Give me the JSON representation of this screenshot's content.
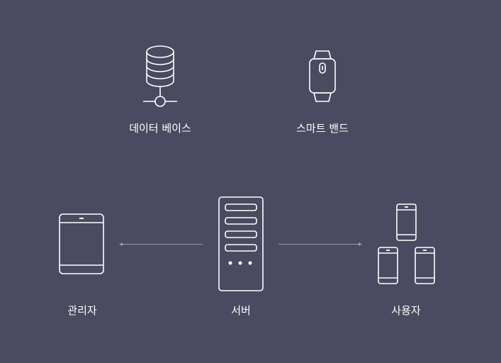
{
  "diagram": {
    "background_color": "#4a4a60",
    "icon_color": "#ffffff",
    "connector_color": "#9a9aaa",
    "nodes": {
      "database": {
        "label": "데이터 베이스",
        "icon": "database-icon"
      },
      "smart_band": {
        "label": "스마트 밴드",
        "icon": "smart-band-icon"
      },
      "admin": {
        "label": "관리자",
        "icon": "tablet-icon"
      },
      "server": {
        "label": "서버",
        "icon": "server-icon"
      },
      "users": {
        "label": "사용자",
        "icon": "mobile-devices-icon"
      }
    },
    "connections": [
      {
        "from": "server",
        "to": "admin",
        "arrow": "left"
      },
      {
        "from": "server",
        "to": "users",
        "arrow": "right"
      }
    ]
  }
}
